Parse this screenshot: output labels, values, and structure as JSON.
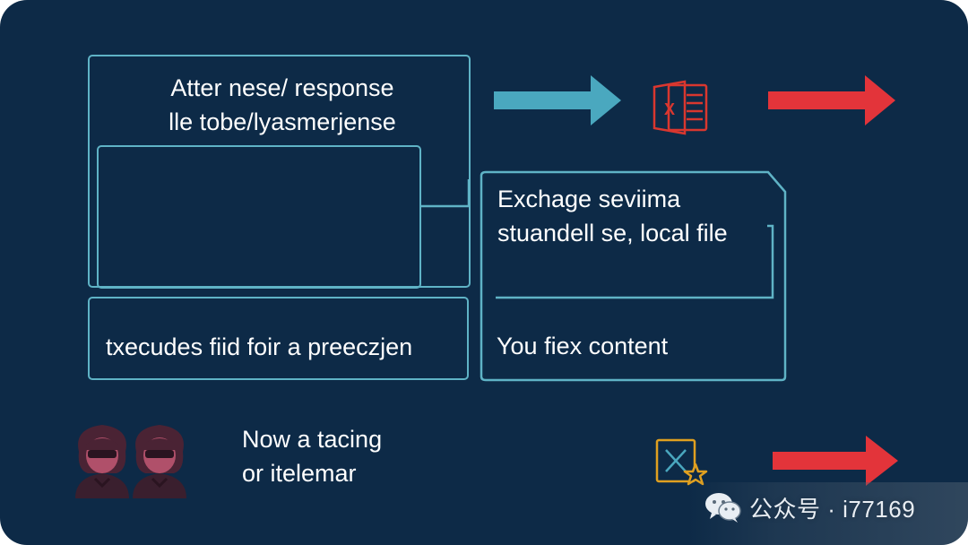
{
  "box1": {
    "lines": [
      "Atter nese/ response",
      "lle tobe/lyasmerjense"
    ]
  },
  "box2": {
    "text": "txecudes fiid foir a preeczjen"
  },
  "box3": {
    "lines": [
      "Exchage seviima",
      "stuandell se, local file"
    ]
  },
  "box4": {
    "text": "You fiex content"
  },
  "caption": {
    "lines": [
      "Now a tacing",
      "or itelemar"
    ]
  },
  "watermark": {
    "text": "公众号 · i77169"
  },
  "icons": {
    "excel": "excel-file-icon",
    "warning": "warning-x-star-icon",
    "avatar": "person-avatar-icon",
    "wechat": "wechat-logo-icon"
  },
  "colors": {
    "background": "#0d2a47",
    "frame": "#5fb3c6",
    "arrow_teal": "#4aa8bf",
    "arrow_red": "#e3343a",
    "excel_red": "#d9372f",
    "warning_orange": "#e0a020"
  }
}
